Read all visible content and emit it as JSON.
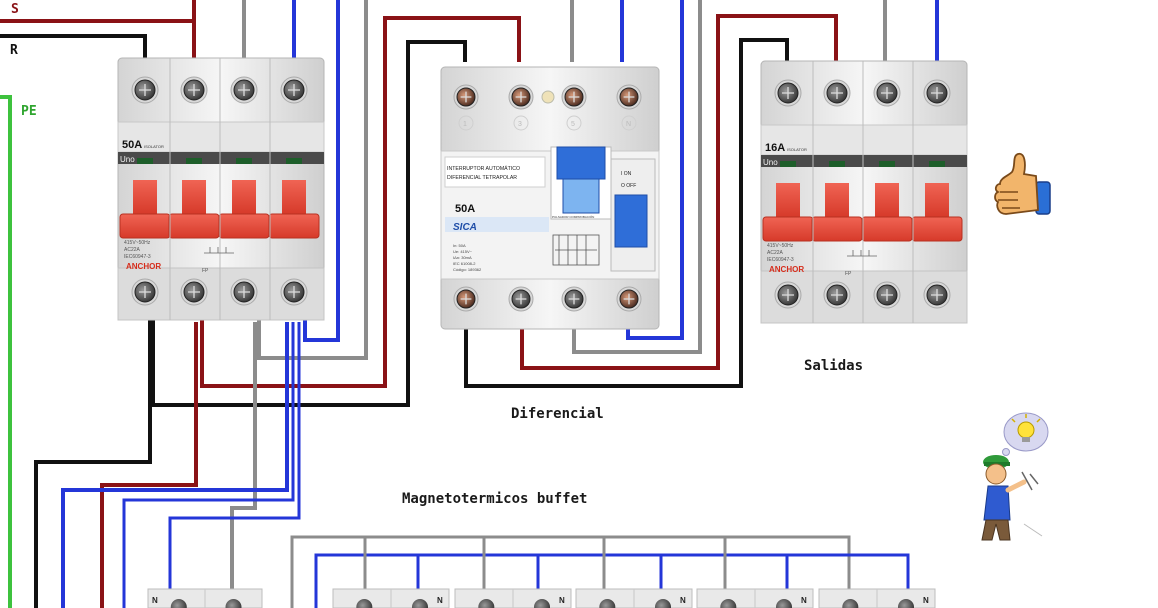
{
  "phase_labels": {
    "s": "S",
    "r": "R",
    "pe": "PE"
  },
  "colors": {
    "phase_black": "#111111",
    "phase_brown": "#8a1216",
    "phase_grey": "#8c8c8c",
    "neutral_blue": "#2436d8",
    "earth_green": "#3ec23e",
    "handle_red": "#ea4a3a",
    "device_body": "#ececec",
    "test_blue": "#2f6ed8"
  },
  "isolator_main": {
    "rating": "50A",
    "series": "Uno",
    "type_label": "ISOLATOR",
    "brand": "ANCHOR",
    "specs": [
      "415V~50Hz",
      "AC22A",
      "IEC60947-3"
    ],
    "pole_code": "FP"
  },
  "rcd": {
    "title_line1": "INTERRUPTOR AUTOMÁTICO",
    "title_line2": "DIFERENCIAL TETRAPOLAR",
    "rating": "50A",
    "brand": "SICA",
    "terminals_top": [
      "1",
      "3",
      "5",
      "N"
    ],
    "switch_on": "I ON",
    "switch_off": "O OFF",
    "test_label": "PULSADOR COMPROBACIÓN",
    "specs": [
      "In: 50A",
      "Ue: 415V~",
      "IΔn: 30mA",
      "IEC 61008-2",
      "Código: 189362"
    ],
    "caption": "Diferencial"
  },
  "isolator_out": {
    "rating": "16A",
    "series": "Uno",
    "type_label": "ISOLATOR",
    "brand": "ANCHOR",
    "specs": [
      "415V~50Hz",
      "AC22A",
      "IEC60947-3"
    ],
    "pole_code": "FP",
    "caption": "Salidas"
  },
  "breakers": {
    "caption": "Magnetotermicos buffet",
    "neutral_mark": "N",
    "count": 5
  },
  "icons": [
    "thumbs-up-icon",
    "electrician-idea-icon"
  ]
}
